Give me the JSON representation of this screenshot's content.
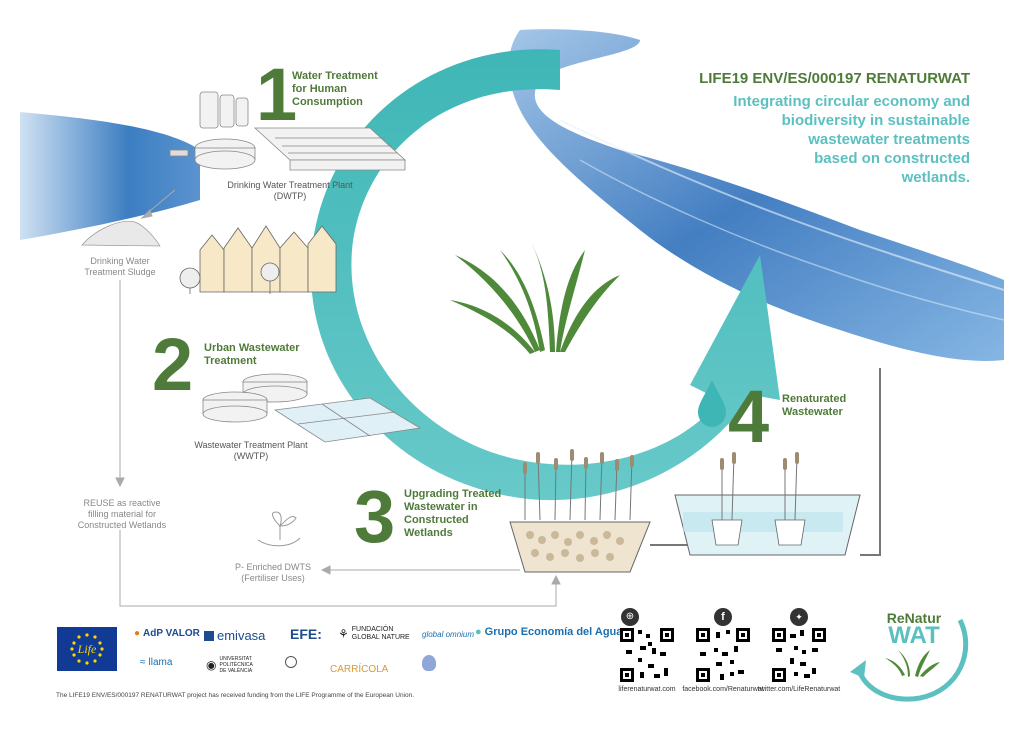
{
  "header": {
    "project_code": "LIFE19 ENV/ES/000197 RENATURWAT",
    "project_desc": "Integrating circular economy and\nbiodiversity in sustainable\nwastewater treatments\nbased on constructed\nwetlands."
  },
  "steps": [
    {
      "number": "1",
      "title": "Water Treatment\nfor Human\nConsumption"
    },
    {
      "number": "2",
      "title": "Urban Wastewater\nTreatment"
    },
    {
      "number": "3",
      "title": "Upgrading Treated\nWastewater in\nConstructed\nWetlands"
    },
    {
      "number": "4",
      "title": "Renaturated\nWastewater"
    }
  ],
  "captions": {
    "dwtp": "Drinking Water Treatment Plant\n(DWTP)",
    "sludge": "Drinking Water\nTreatment Sludge",
    "wwtp": "Wastewater Treatment Plant\n(WWTP)",
    "reuse": "REUSE as reactive\nfilling material for\nConstructed Wetlands",
    "fertiliser": "P- Enriched DWTS\n(Fertiliser Uses)"
  },
  "logos": {
    "adp": "AdP VALOR",
    "emivasa": "emivasa",
    "efe": "EFE:",
    "fundacion": "FUNDACIÓN\nGLOBAL NATURE",
    "global_omnium": "global omnium",
    "grupo": "Grupo Economía del Agua",
    "llama": "llama",
    "upv": "UNIVERSITAT\nPOLITÈCNICA\nDE VALÈNCIA",
    "carricola": "CARRÍCOLA"
  },
  "social": [
    {
      "label": "liferenaturwat.com",
      "icon": "globe-icon"
    },
    {
      "label": "facebook.com/Renaturwat",
      "icon": "facebook-icon"
    },
    {
      "label": "twitter.com/LifeRenaturwat",
      "icon": "twitter-icon"
    }
  ],
  "brand": {
    "line1": "ReNatur",
    "line2": "WAT"
  },
  "footer": "The LIFE19 ENV/ES/000197 RENATURWAT project has received funding from the LIFE Programme of the European Union.",
  "colors": {
    "green": "#4f7b3a",
    "teal": "#5cc0c0",
    "water": "#2f6fb0"
  }
}
